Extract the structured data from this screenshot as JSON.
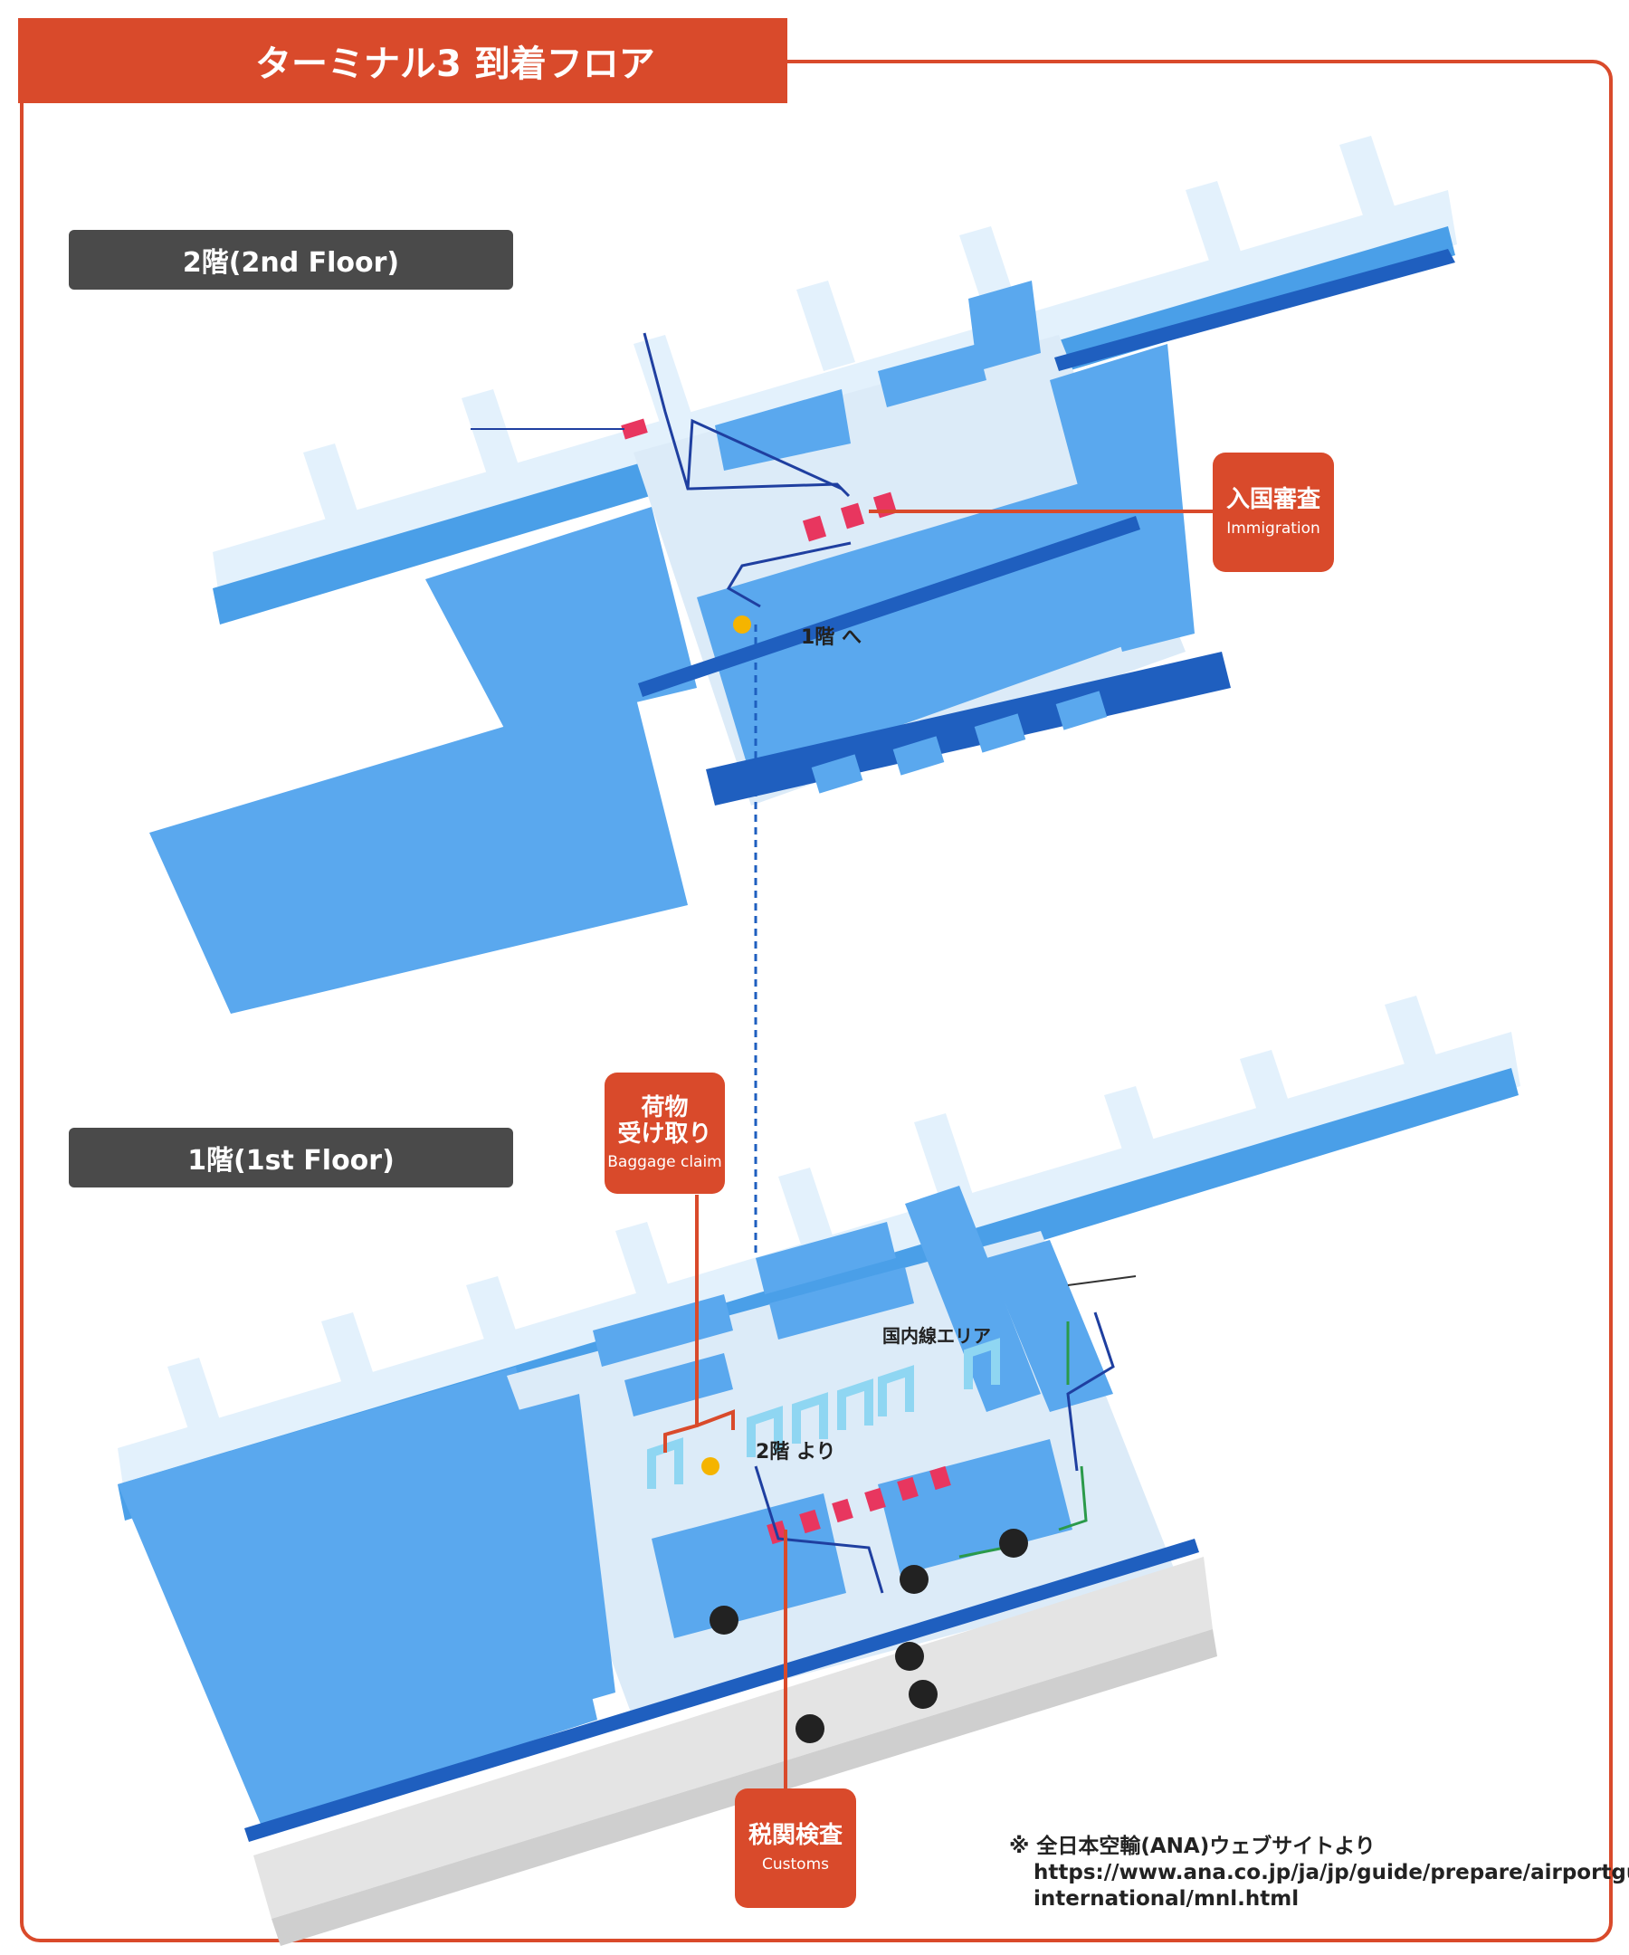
{
  "header": {
    "title": "ターミナル3 到着フロア"
  },
  "floors": {
    "upper": {
      "label": "2階(2nd Floor)"
    },
    "lower": {
      "label": "1階(1st Floor)"
    }
  },
  "callouts": {
    "immigration": {
      "jp": "入国審査",
      "en": "Immigration"
    },
    "baggage": {
      "jp_line1": "荷物",
      "jp_line2": "受け取り",
      "en": "Baggage claim"
    },
    "customs": {
      "jp": "税関検査",
      "en": "Customs"
    }
  },
  "map_labels": {
    "to_first_floor": "1階 へ",
    "from_second_floor": "2階 より",
    "domestic_area": "国内線エリア"
  },
  "source": {
    "note": "※ 全日本空輸(ANA)ウェブサイトより",
    "url_line1": "https://www.ana.co.jp/ja/jp/guide/prepare/airportguide/",
    "url_line2": "international/mnl.html"
  },
  "colors": {
    "accent": "#d94a2b",
    "floor_blue": "#5aa8ee",
    "dark_blue": "#1f5fbf",
    "pale": "#dfeefa",
    "label_bg": "#4a4a4a",
    "marker_pink": "#e8365f"
  }
}
